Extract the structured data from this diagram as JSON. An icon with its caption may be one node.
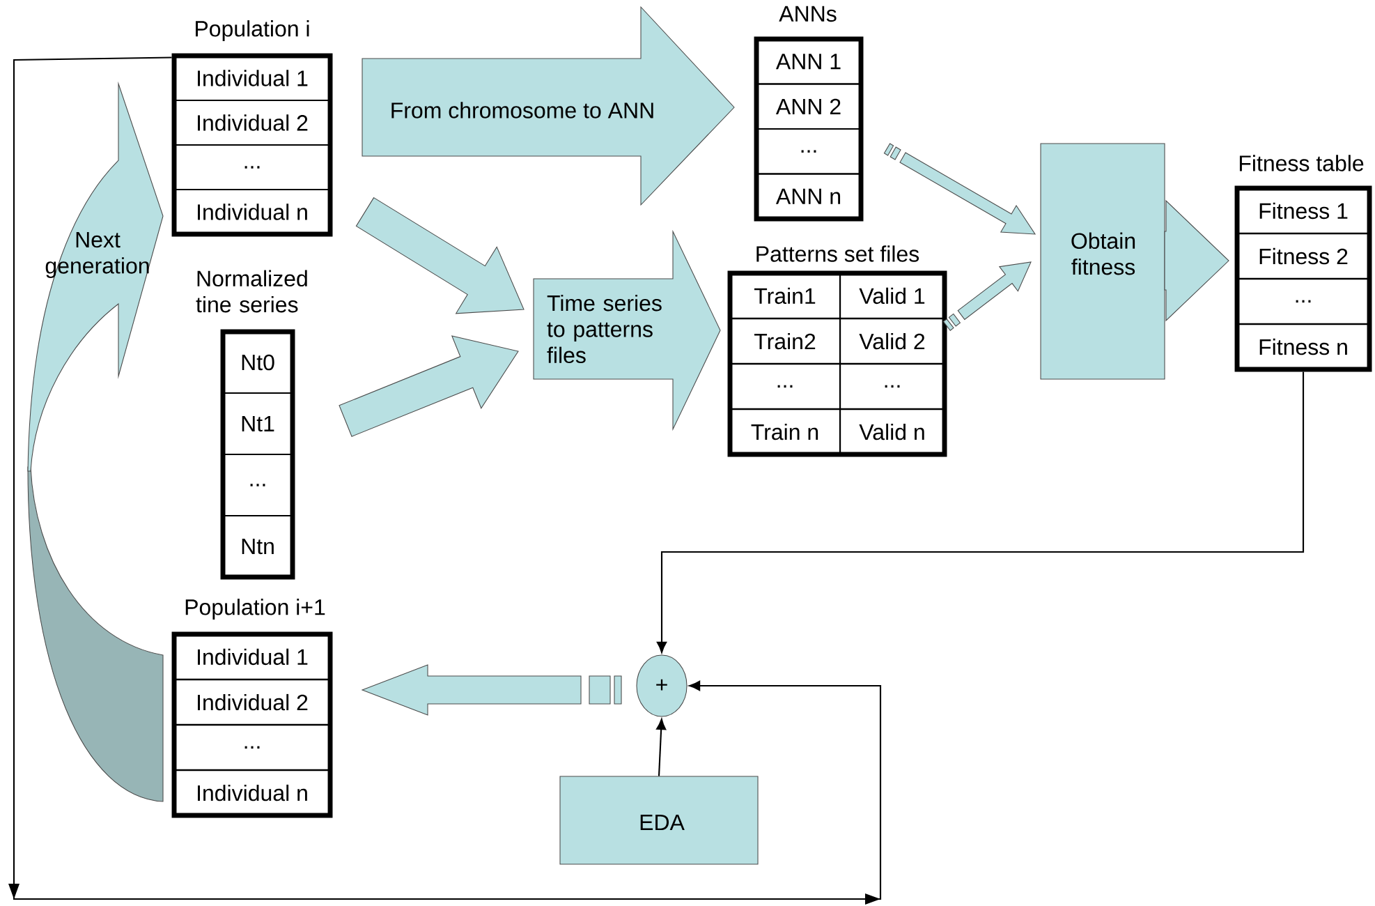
{
  "diagram": {
    "nodes": [
      {
        "text": [
          "Population i"
        ]
      },
      {
        "text": [
          "Individual 1"
        ],
        "in": 0
      },
      {
        "text": [
          "Individual 2"
        ],
        "in": 0
      },
      {
        "text": [
          "..."
        ],
        "in": 0
      },
      {
        "text": [
          "Individual n"
        ],
        "in": 0
      },
      {
        "text": [
          "From chromosome to ANN"
        ]
      },
      {
        "text": [
          "ANNs"
        ]
      },
      {
        "text": [
          "ANN 1"
        ],
        "in": 6
      },
      {
        "text": [
          "ANN 2"
        ],
        "in": 6
      },
      {
        "text": [
          "..."
        ],
        "in": 6
      },
      {
        "text": [
          "ANN n"
        ],
        "in": 6
      },
      {
        "text": [
          "Next generation"
        ]
      },
      {
        "text": [
          "Normalized tine series"
        ]
      },
      {
        "text": [
          "Nt0"
        ],
        "in": 12
      },
      {
        "text": [
          "Nt1"
        ],
        "in": 12
      },
      {
        "text": [
          "..."
        ],
        "in": 12
      },
      {
        "text": [
          "Ntn"
        ],
        "in": 12
      },
      {
        "text": [
          "Time series to patterns files"
        ]
      },
      {
        "text": [
          "Patterns set files"
        ]
      },
      {
        "text": [
          "Train1"
        ],
        "in": 18
      },
      {
        "text": [
          "Valid 1"
        ],
        "in": 18
      },
      {
        "text": [
          "Train2"
        ],
        "in": 18
      },
      {
        "text": [
          "Valid 2"
        ],
        "in": 18
      },
      {
        "text": [
          "..."
        ],
        "in": 18
      },
      {
        "text": [
          "..."
        ],
        "in": 18
      },
      {
        "text": [
          "Train n"
        ],
        "in": 18
      },
      {
        "text": [
          "Valid n"
        ],
        "in": 18
      },
      {
        "text": [
          "Obtain fitness"
        ]
      },
      {
        "text": [
          "Fitness table"
        ]
      },
      {
        "text": [
          "Fitness 1"
        ],
        "in": 28
      },
      {
        "text": [
          "Fitness 2"
        ],
        "in": 28
      },
      {
        "text": [
          "..."
        ],
        "in": 28
      },
      {
        "text": [
          "Fitness n"
        ],
        "in": 28
      },
      {
        "text": [
          "Population i+1"
        ]
      },
      {
        "text": [
          "Individual 1"
        ],
        "in": 33
      },
      {
        "text": [
          "Individual 2"
        ],
        "in": 33
      },
      {
        "text": [
          "..."
        ],
        "in": 33
      },
      {
        "text": [
          "Individual n"
        ],
        "in": 33
      },
      {
        "text": [
          "+"
        ]
      },
      {
        "text": [
          "EDA"
        ]
      }
    ],
    "edges": [
      {
        "from": 0,
        "to": 17,
        "arrow": "to"
      },
      {
        "from": 12,
        "to": 17,
        "arrow": "to"
      },
      {
        "from": 6,
        "to": 27,
        "arrow": "to"
      },
      {
        "from": 18,
        "to": 27,
        "arrow": "to"
      },
      {
        "from": 27,
        "to": 28,
        "arrow": "to"
      },
      {
        "from": 28,
        "to": 38,
        "arrow": "to"
      },
      {
        "from": 39,
        "to": 38,
        "arrow": "to"
      },
      {
        "from": 38,
        "to": 33,
        "arrow": "to"
      },
      {
        "from": 0,
        "to": 38,
        "arrow": "to"
      }
    ]
  }
}
